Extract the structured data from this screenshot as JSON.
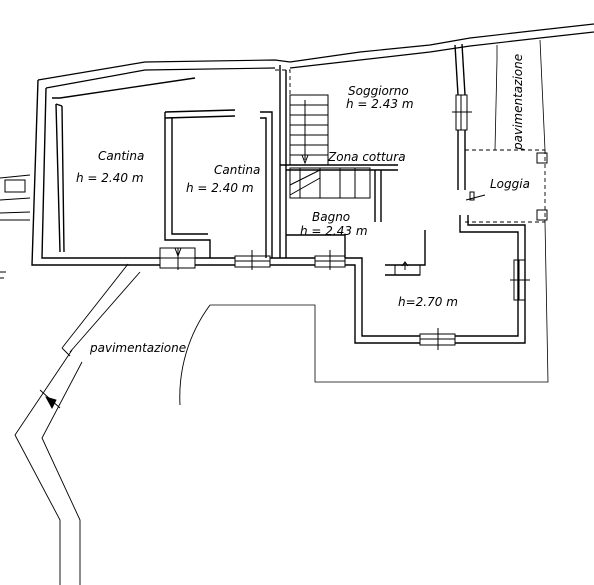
{
  "rooms": {
    "cantina_left": {
      "name": "Cantina",
      "height": "h = 2.40 m"
    },
    "cantina_right": {
      "name": "Cantina",
      "height": "h = 2.40 m"
    },
    "soggiorno": {
      "name": "Soggiorno",
      "height": "h = 2.43 m"
    },
    "zona_cottura": {
      "name": "Zona cottura"
    },
    "bagno": {
      "name": "Bagno",
      "height": "h = 2.43 m"
    },
    "loggia": {
      "name": "Loggia"
    },
    "room_east": {
      "height": "h=2.70 m"
    }
  },
  "exterior": {
    "pavimentazione_south": "pavimentazione",
    "pavimentazione_east": "pavimentazione"
  },
  "colors": {
    "wall": "#000000",
    "background": "#ffffff"
  }
}
